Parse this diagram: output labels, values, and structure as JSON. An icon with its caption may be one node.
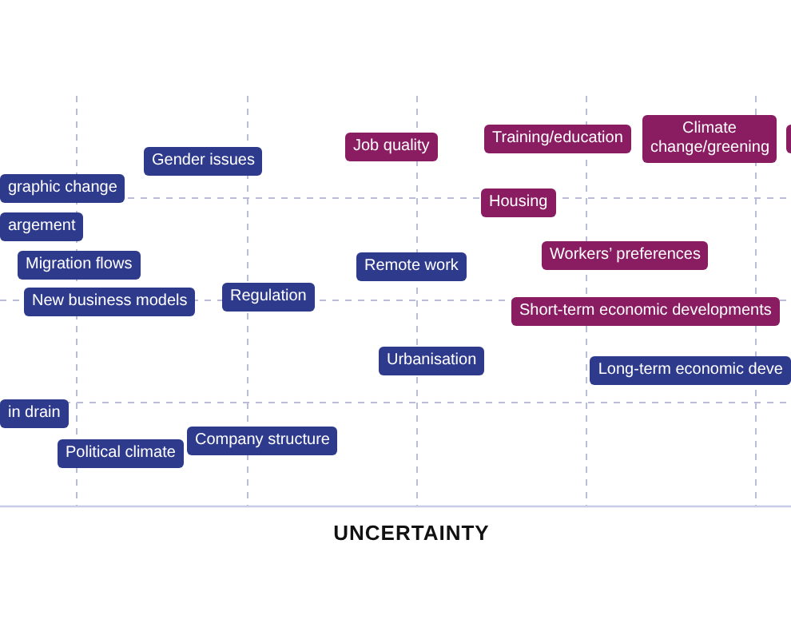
{
  "diagram": {
    "nodes": [
      {
        "text": [
          "Gender issues"
        ]
      },
      {
        "text": [
          "graphic change"
        ]
      },
      {
        "text": [
          "argement"
        ]
      },
      {
        "text": [
          "Migration flows"
        ]
      },
      {
        "text": [
          "New business models"
        ]
      },
      {
        "text": [
          "Regulation"
        ]
      },
      {
        "text": [
          "Job quality"
        ]
      },
      {
        "text": [
          "Training/education"
        ]
      },
      {
        "text": [
          "Climate change/greening"
        ]
      },
      {
        "text": [],
        "shape": "box"
      },
      {
        "text": [
          "Housing"
        ]
      },
      {
        "text": [
          "Remote work"
        ]
      },
      {
        "text": [
          "Workers’ preferences"
        ]
      },
      {
        "text": [
          "Short-term economic developments"
        ]
      },
      {
        "text": [
          "Urbanisation"
        ]
      },
      {
        "text": [
          "Long-term economic deve"
        ]
      },
      {
        "text": [
          "in drain"
        ]
      },
      {
        "text": [
          "Political climate"
        ]
      },
      {
        "text": [
          "Company structure"
        ]
      }
    ],
    "labels": [
      "UNCERTAINTY"
    ]
  }
}
